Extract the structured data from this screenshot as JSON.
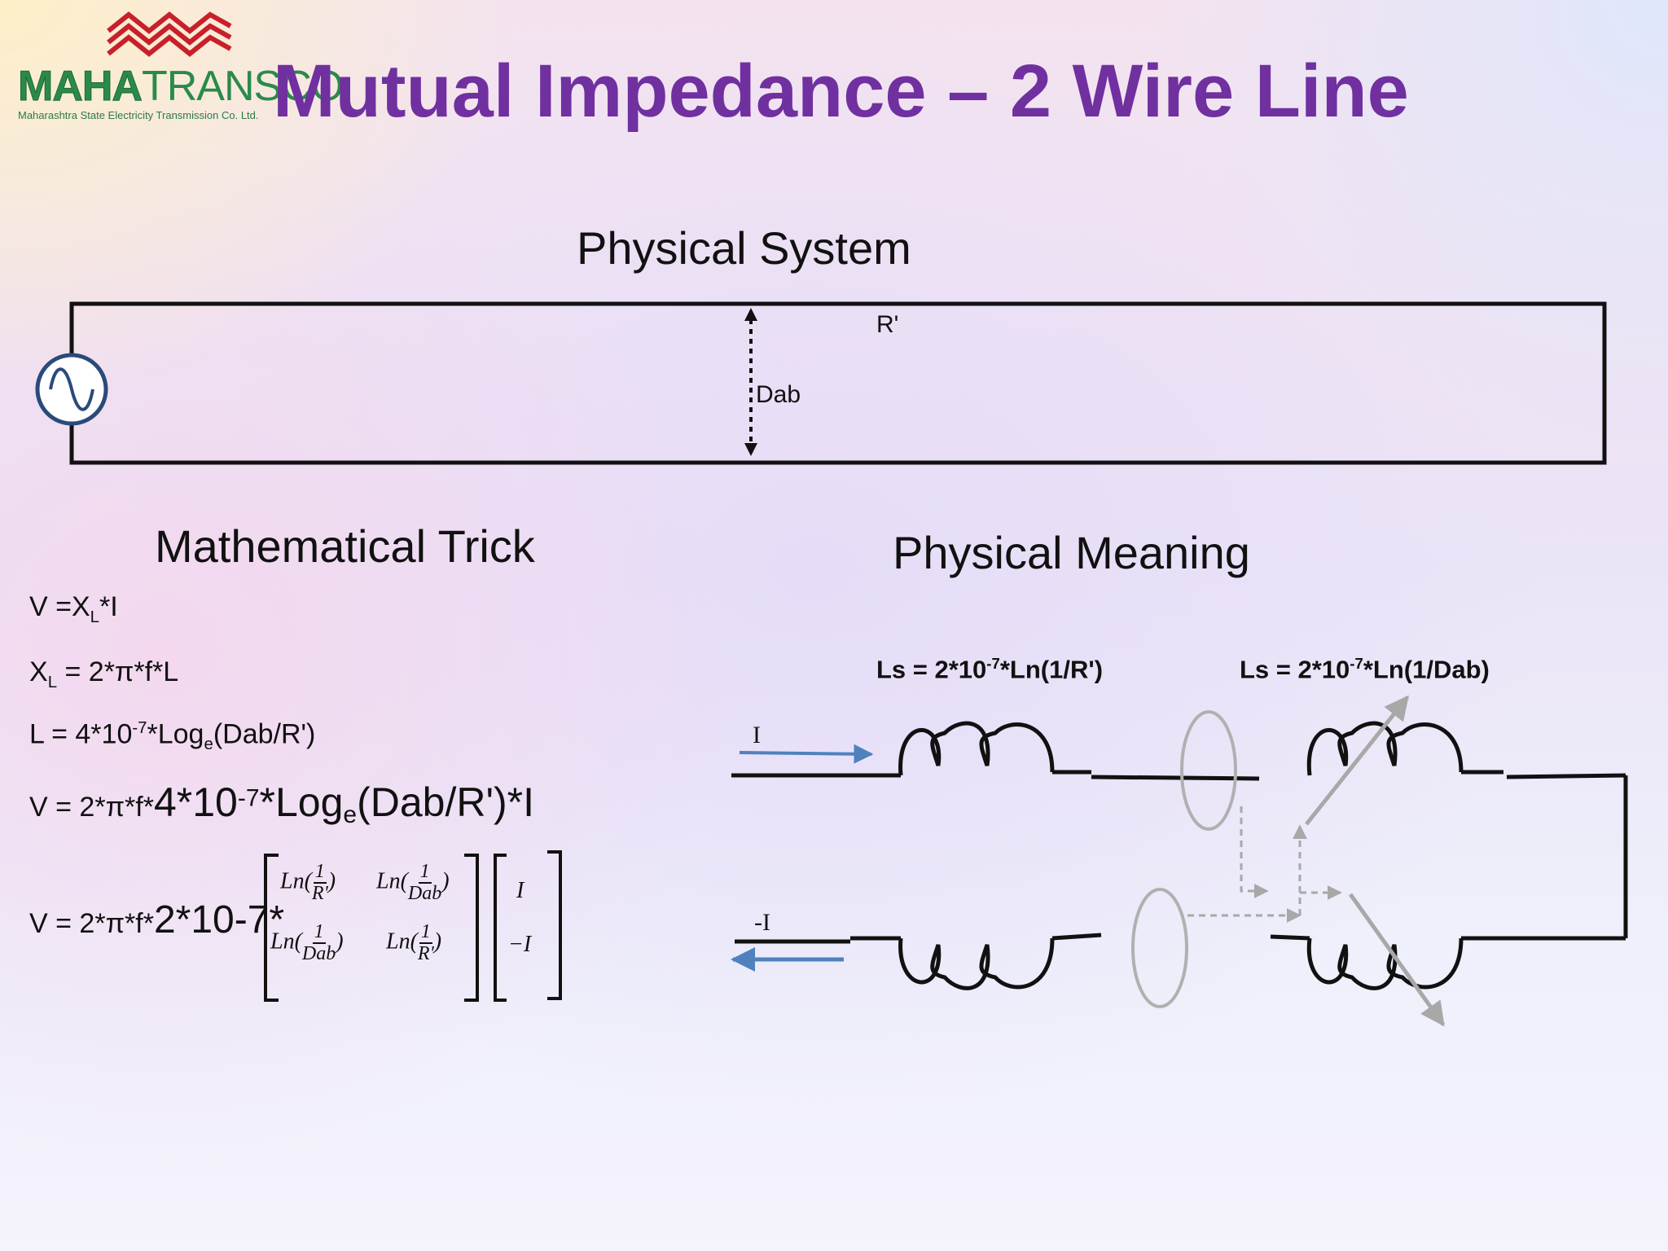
{
  "logo": {
    "maha": "MAHA",
    "transco": "TRANSCO",
    "subtitle": "Maharashtra State Electricity Transmission Co. Ltd."
  },
  "title": "Mutual Impedance – 2 Wire Line",
  "physical_system": {
    "heading": "Physical System",
    "label_radius": "R'",
    "label_distance": "Dab"
  },
  "math_trick": {
    "heading": "Mathematical Trick",
    "eq1": {
      "a": "V =X",
      "sub": "L",
      "b": "*I"
    },
    "eq2": {
      "a": "X",
      "sub": "L",
      "b": " = 2*π*f*L"
    },
    "eq3": {
      "a": "L = 4*10",
      "sup": "-7",
      "b": "*Log",
      "sub": "e",
      "c": "(Dab/R')"
    },
    "eq4": {
      "a": "V = 2*π*f*",
      "big1": "4*10",
      "sup": "-7",
      "big2": "*Log",
      "sub": "e",
      "big3": "(Dab/R')*I"
    },
    "eq5": {
      "a": "V =  2*π*f*",
      "big": "2*10-7*"
    },
    "matrix": {
      "ln": "Ln(",
      "close": ")",
      "one": "1",
      "r": "R'",
      "dab": "Dab",
      "vec_top": "I",
      "vec_bottom": "−I"
    }
  },
  "physical_meaning": {
    "heading": "Physical Meaning",
    "ls_self": {
      "a": "Ls = 2*10",
      "sup": "-7",
      "b": "*Ln(1/R')"
    },
    "ls_mutual": {
      "a": "Ls = 2*10",
      "sup": "-7",
      "b": "*Ln(1/Dab)"
    },
    "current_top": "I",
    "current_bottom": "-I"
  },
  "colors": {
    "title": "#7030a0",
    "logo_green": "#2a8a4a",
    "logo_red": "#c8202a",
    "source_blue": "#2a4a7a",
    "current_arrow": "#4f81bd",
    "flux_gray": "#b0b0b0"
  }
}
